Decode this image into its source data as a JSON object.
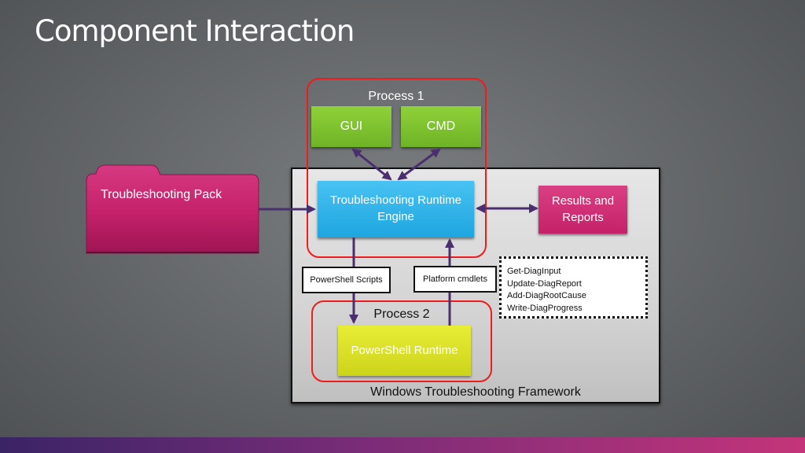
{
  "slide": {
    "title": "Component Interaction"
  },
  "diagram": {
    "framework_label": "Windows Troubleshooting Framework",
    "process1_label": "Process 1",
    "process2_label": "Process 2",
    "gui_label": "GUI",
    "cmd_label": "CMD",
    "engine_label_line1": "Troubleshooting Runtime",
    "engine_label_line2": "Engine",
    "results_label_line1": "Results and",
    "results_label_line2": "Reports",
    "troubleshooting_pack_label": "Troubleshooting Pack",
    "powershell_scripts_label": "PowerShell Scripts",
    "platform_cmdlets_label": "Platform cmdlets",
    "powershell_runtime_label": "PowerShell Runtime",
    "cmdlets": [
      "Get-DiagInput",
      "Update-DiagReport",
      "Add-DiagRootCause",
      "Write-DiagProgress"
    ]
  },
  "colors": {
    "arrow": "#4a2e6e",
    "process_border": "#ee1c1c",
    "pack": "#c42169",
    "engine": "#1ea6e0",
    "gui_cmd": "#6fb426",
    "powershell_runtime": "#ccd41a"
  }
}
